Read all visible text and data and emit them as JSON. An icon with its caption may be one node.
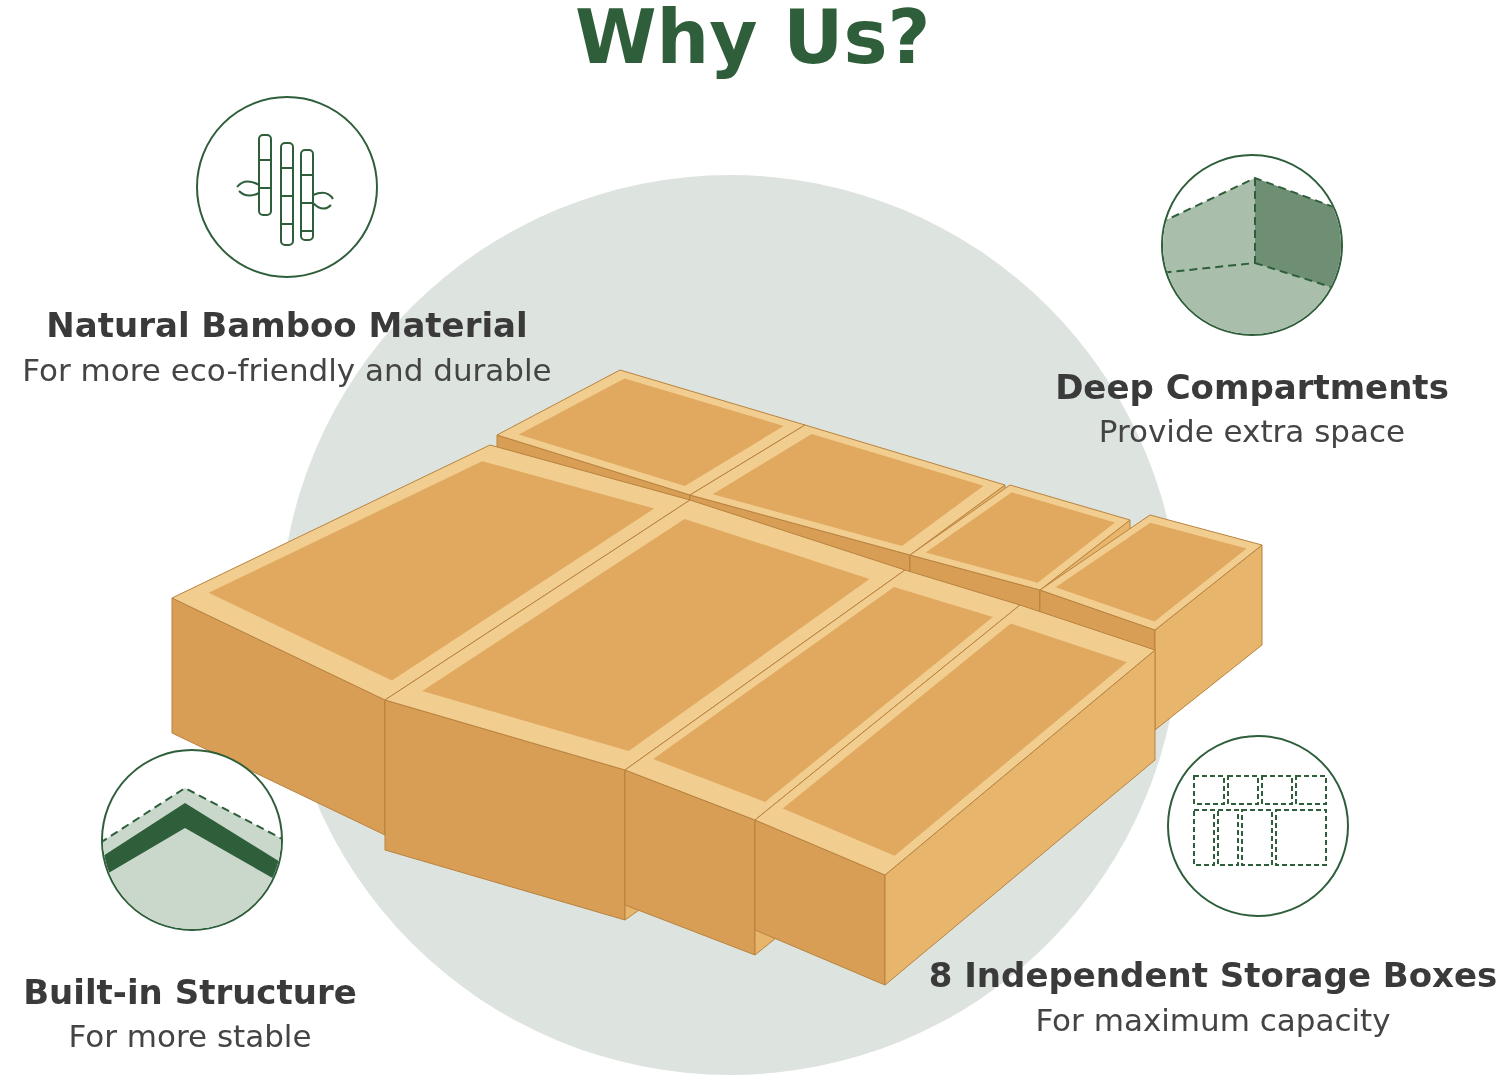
{
  "diagram": {
    "title": "Why Us?",
    "nodes": [
      {
        "text": [
          "Natural Bamboo Material",
          "For more eco-friendly and durable"
        ]
      },
      {
        "text": [
          "Deep Compartments",
          "Provide extra space"
        ]
      },
      {
        "text": [
          "Built-in Structure",
          "For more stable"
        ]
      },
      {
        "text": [
          "8 Independent Storage Boxes",
          "For maximum capacity"
        ]
      }
    ]
  }
}
